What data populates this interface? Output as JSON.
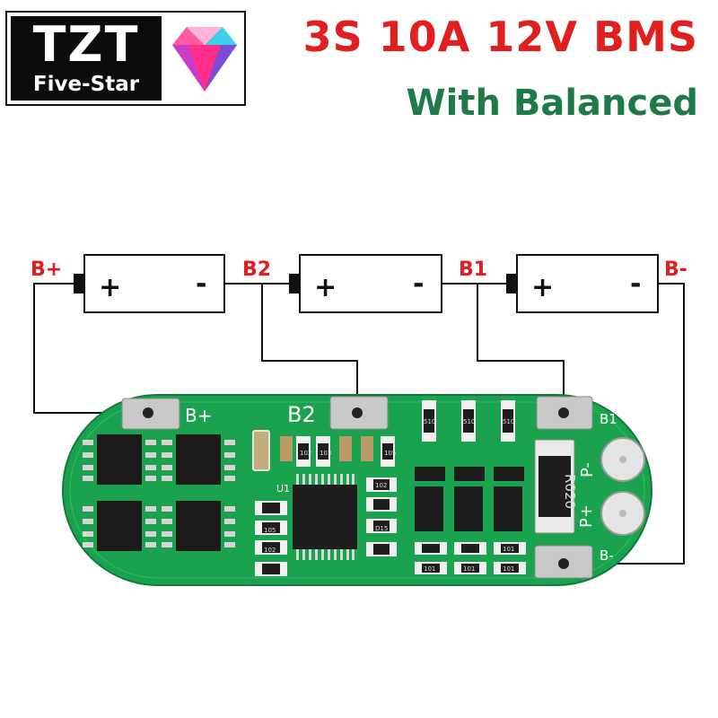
{
  "logo": {
    "brand": "TZT",
    "tagline": "Five-Star"
  },
  "title": "3S 10A 12V BMS",
  "subtitle": "With Balanced",
  "colors": {
    "title": "#e21f1f",
    "subtitle": "#1f7a49",
    "pcb": "#1aa24f",
    "wire": "#111111"
  },
  "wire_labels": {
    "bplus": "B+",
    "b2": "B2",
    "b1": "B1",
    "bminus": "B-"
  },
  "cell": {
    "plus": "+",
    "minus": "-"
  },
  "board": {
    "pad_bplus": "B+",
    "pad_b2": "B2",
    "pad_b1": "B1",
    "pad_bminus": "B-",
    "pin_pminus": "P-",
    "pin_pplus": "P+",
    "u1": "U1",
    "shunt": "R020",
    "res_codes": [
      "102",
      "103",
      "105",
      "105",
      "102",
      "101",
      "101",
      "101",
      "101",
      "510",
      "510",
      "510",
      "D15",
      "102"
    ]
  }
}
